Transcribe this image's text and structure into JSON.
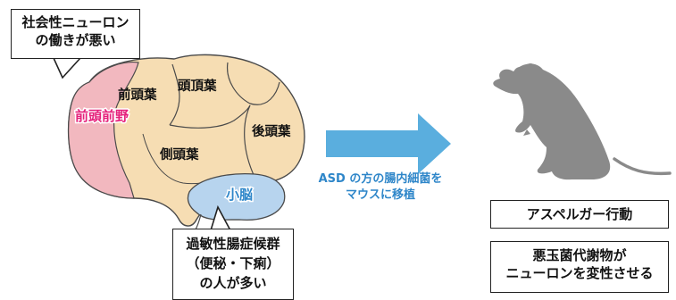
{
  "callout_top": {
    "line1": "社会性ニューロン",
    "line2": "の働きが悪い"
  },
  "brain_regions": {
    "prefrontal": "前頭前野",
    "frontal": "前頭葉",
    "parietal": "頭頂葉",
    "occipital": "後頭葉",
    "temporal": "側頭葉",
    "cerebellum": "小脳"
  },
  "callout_bottom": {
    "line1": "過敏性腸症候群",
    "line2": "（便秘・下痢）",
    "line3": "の人が多い"
  },
  "arrow_label": {
    "line1": "ASD の方の腸内細菌を",
    "line2": "マウスに移植"
  },
  "results": {
    "behavior": "アスペルガー行動",
    "metabolite_line1": "悪玉菌代謝物が",
    "metabolite_line2": "ニューロンを変性させる"
  },
  "colors": {
    "brain_fill": "#f6ddb3",
    "prefrontal_fill": "#f2b8bf",
    "prefrontal_text": "#e5217b",
    "cerebellum_fill": "#b7d4ee",
    "arrow": "#5aaede",
    "mouse": "#8a8a8a"
  }
}
